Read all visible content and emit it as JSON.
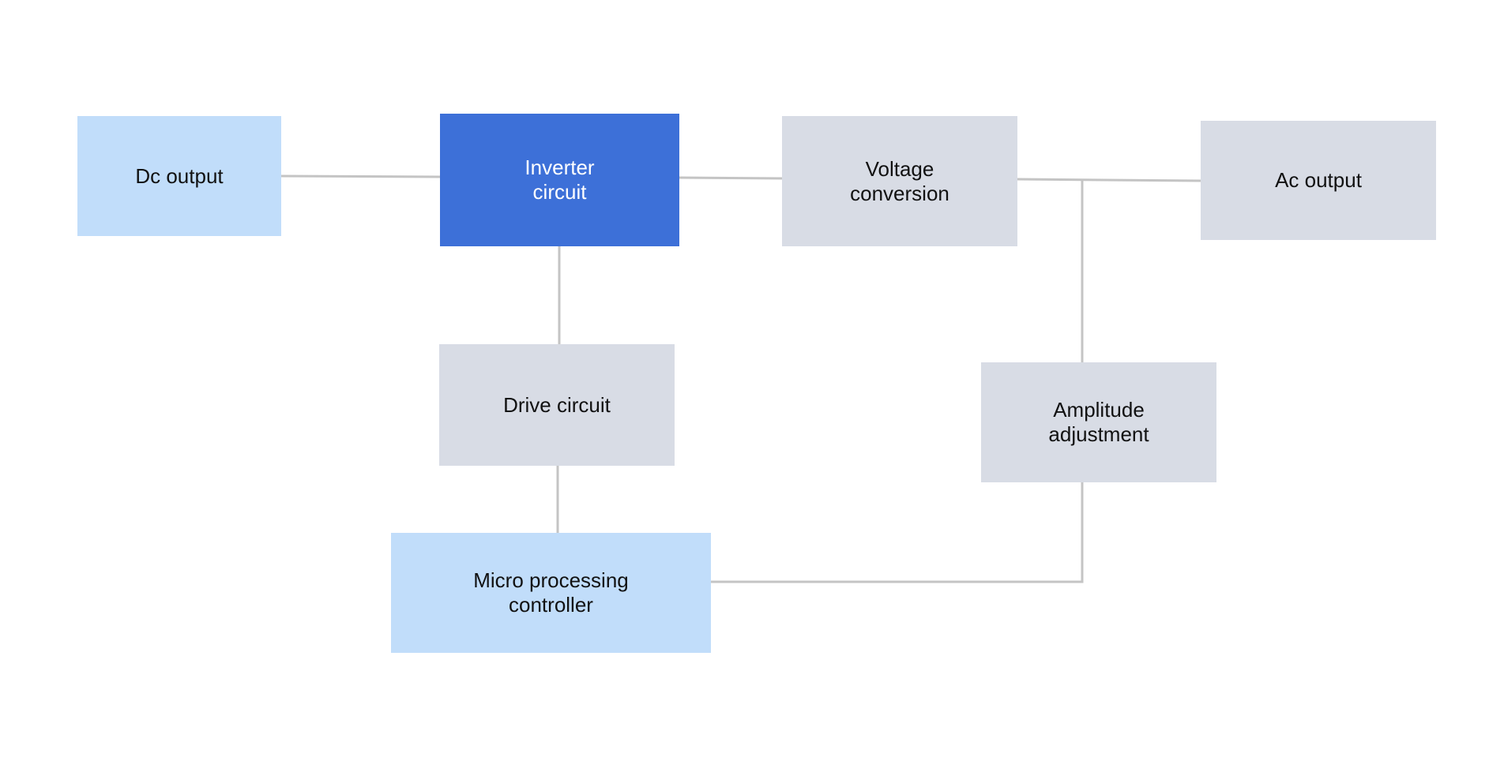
{
  "colors": {
    "light_blue": "#c1ddfa",
    "gray": "#d8dce5",
    "accent_blue": "#3d70d8",
    "connector": "#c4c4c4",
    "background": "#ffffff"
  },
  "nodes": {
    "dc_output": "Dc output",
    "inverter_circuit": "Inverter\ncircuit",
    "voltage_conversion": "Voltage\nconversion",
    "ac_output": "Ac output",
    "drive_circuit": "Drive circuit",
    "amplitude_adjustment": "Amplitude\nadjustment",
    "micro_processing_controller": "Micro processing\ncontroller"
  },
  "connections": [
    [
      "dc_output",
      "inverter_circuit"
    ],
    [
      "inverter_circuit",
      "voltage_conversion"
    ],
    [
      "voltage_conversion",
      "ac_output"
    ],
    [
      "voltage_conversion",
      "amplitude_adjustment"
    ],
    [
      "inverter_circuit",
      "drive_circuit"
    ],
    [
      "drive_circuit",
      "micro_processing_controller"
    ],
    [
      "micro_processing_controller",
      "amplitude_adjustment"
    ]
  ]
}
